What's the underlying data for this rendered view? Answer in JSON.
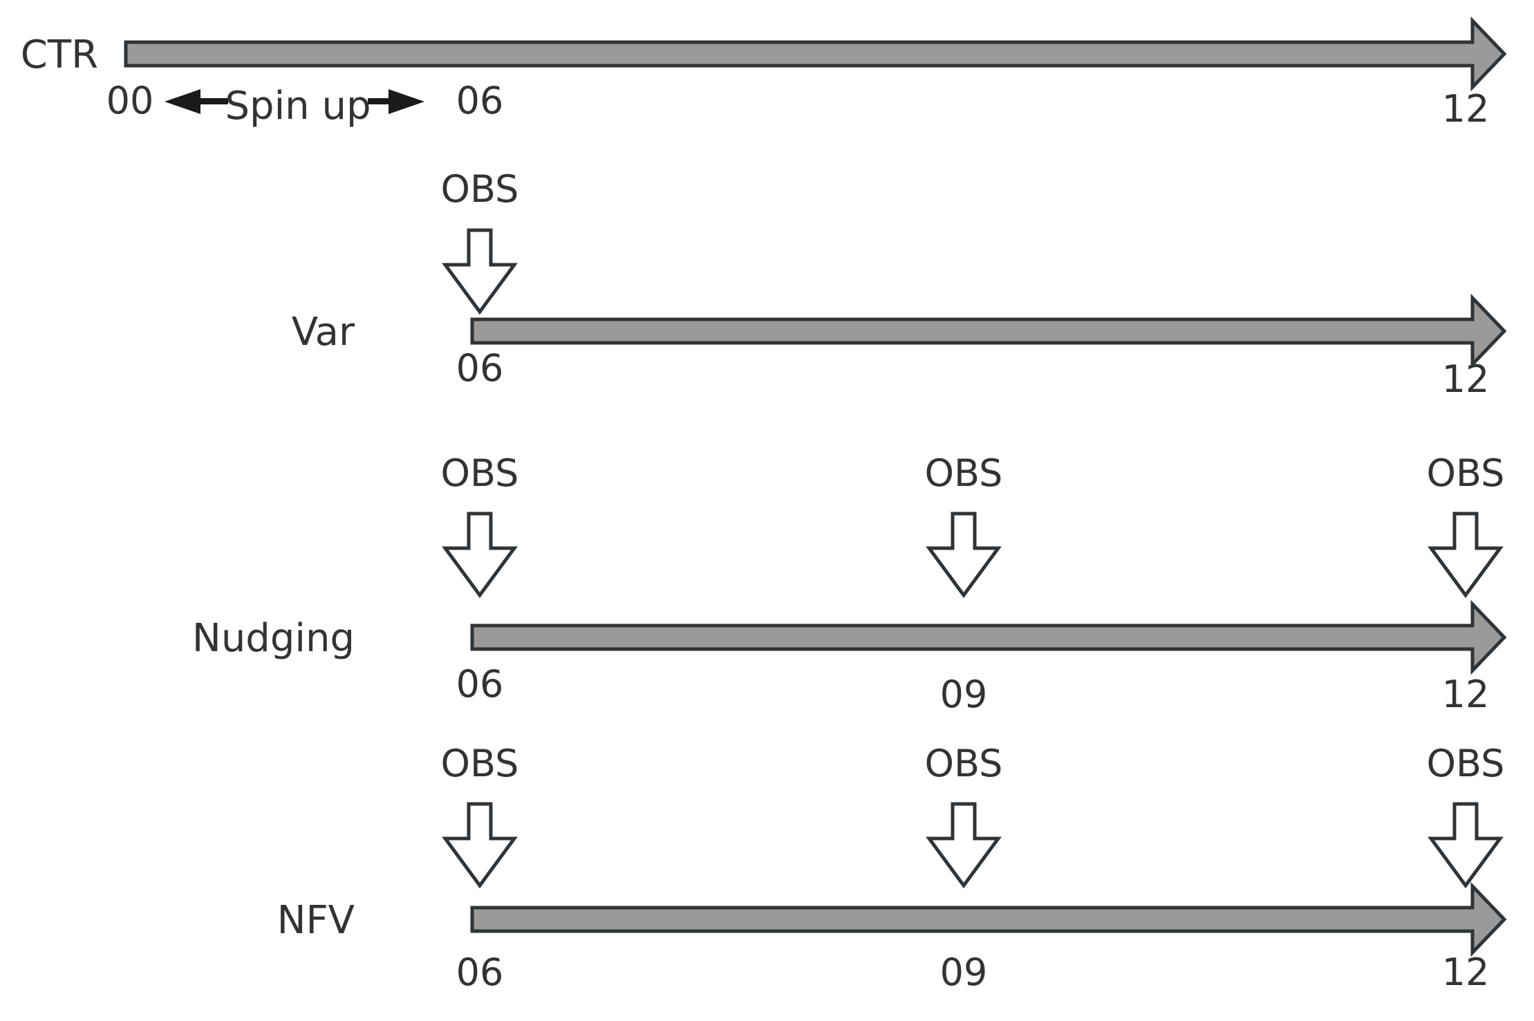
{
  "rows": [
    {
      "name": "CTR",
      "bar": {
        "start": "00",
        "end": "12"
      },
      "ticks": [
        "00",
        "06",
        "12"
      ],
      "spin_up": {
        "label": "Spin up",
        "from": "00",
        "to": "06"
      },
      "obs": []
    },
    {
      "name": "Var",
      "bar": {
        "start": "06",
        "end": "12"
      },
      "ticks": [
        "06",
        "12"
      ],
      "obs": [
        {
          "time": "06",
          "label": "OBS"
        }
      ]
    },
    {
      "name": "Nudging",
      "bar": {
        "start": "06",
        "end": "12"
      },
      "ticks": [
        "06",
        "09",
        "12"
      ],
      "obs": [
        {
          "time": "06",
          "label": "OBS"
        },
        {
          "time": "09",
          "label": "OBS"
        },
        {
          "time": "12",
          "label": "OBS"
        }
      ]
    },
    {
      "name": "NFV",
      "bar": {
        "start": "06",
        "end": "12"
      },
      "ticks": [
        "06",
        "09",
        "12"
      ],
      "obs": [
        {
          "time": "06",
          "label": "OBS"
        },
        {
          "time": "09",
          "label": "OBS"
        },
        {
          "time": "12",
          "label": "OBS"
        }
      ]
    }
  ],
  "colors": {
    "bar_fill": "#9a9a9a",
    "outline": "#2f3438",
    "text": "#333333",
    "obs_arrow_fill": "#ffffff"
  }
}
